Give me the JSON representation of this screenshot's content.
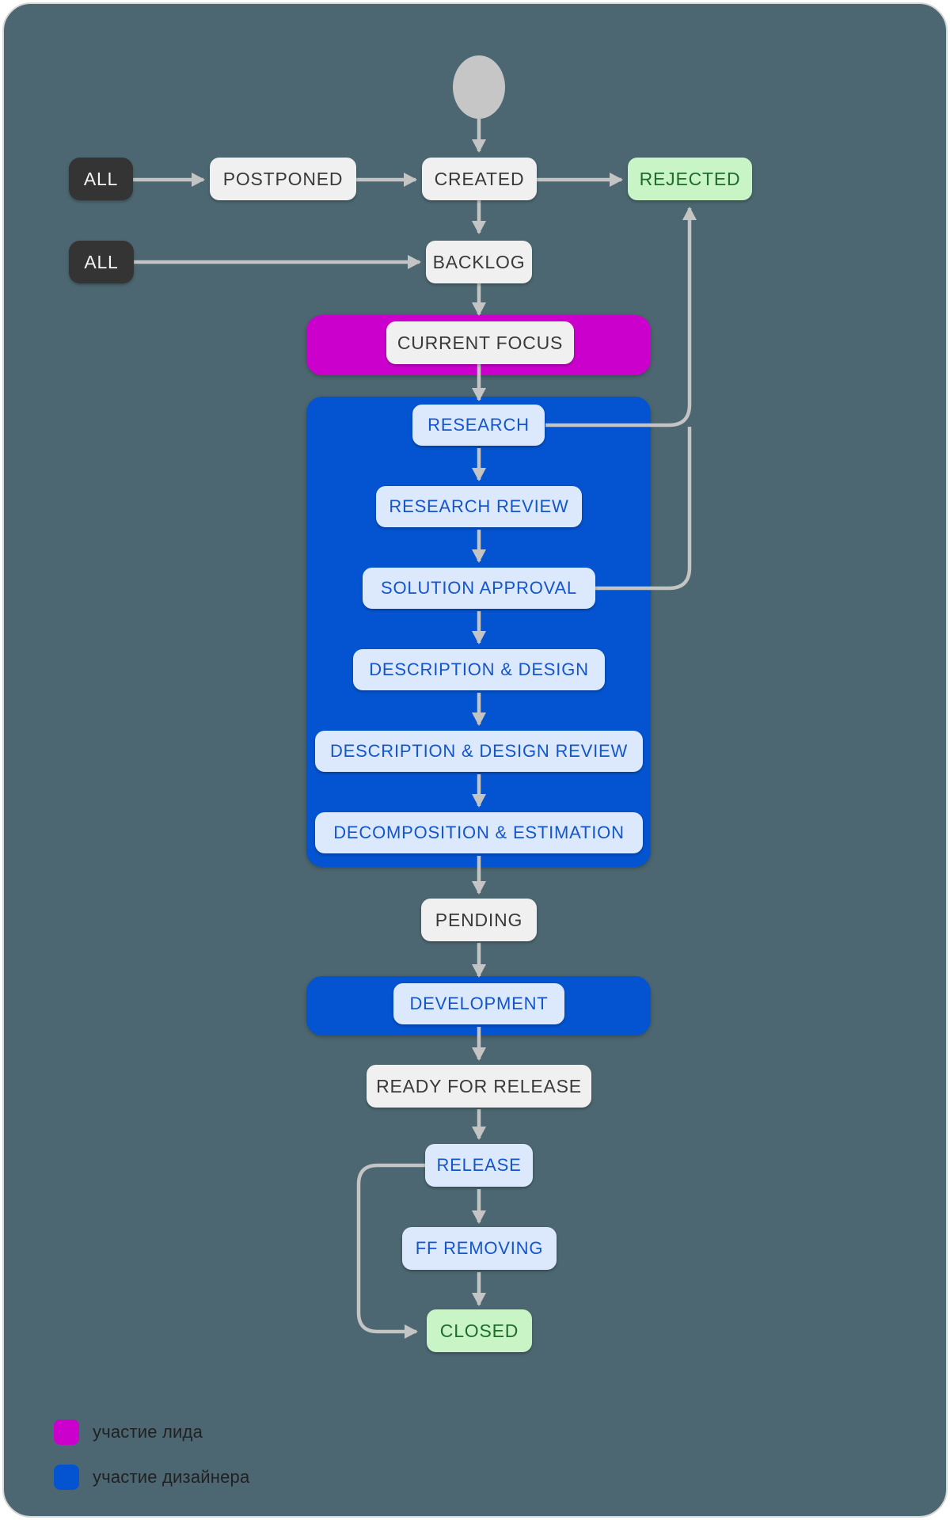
{
  "nodes": {
    "all_postponed": "ALL",
    "postponed": "POSTPONED",
    "created": "CREATED",
    "rejected": "REJECTED",
    "all_backlog": "ALL",
    "backlog": "BACKLOG",
    "current_focus": "CURRENT FOCUS",
    "research": "RESEARCH",
    "research_review": "RESEARCH REVIEW",
    "solution_approval": "SOLUTION APPROVAL",
    "description_design": "DESCRIPTION & DESIGN",
    "description_design_review": "DESCRIPTION & DESIGN REVIEW",
    "decomposition_estimation": "DECOMPOSITION & ESTIMATION",
    "pending": "PENDING",
    "development": "DEVELOPMENT",
    "ready_for_release": "READY FOR RELEASE",
    "release": "RELEASE",
    "ff_removing": "FF REMOVING",
    "closed": "CLOSED"
  },
  "legend": {
    "items": [
      {
        "label": "участие лида",
        "color": "#cc00cd"
      },
      {
        "label": "участие дизайнера",
        "color": "#0454d1"
      }
    ]
  },
  "colors": {
    "panel_background": "#4c6771",
    "lead_container": "#cc00cd",
    "designer_container": "#0454d1",
    "node_light_bg": "#f0f0f0",
    "node_light_text": "#3a3a3a",
    "node_dark_bg": "#343434",
    "node_dark_text": "#f4f4f4",
    "node_green_bg": "#c8f4c6",
    "node_green_text": "#1e6d2a",
    "chip_bg": "#dce8fc",
    "chip_text": "#1356cb",
    "arrow": "#c4c4c4",
    "start_node": "#c6c6c6"
  }
}
